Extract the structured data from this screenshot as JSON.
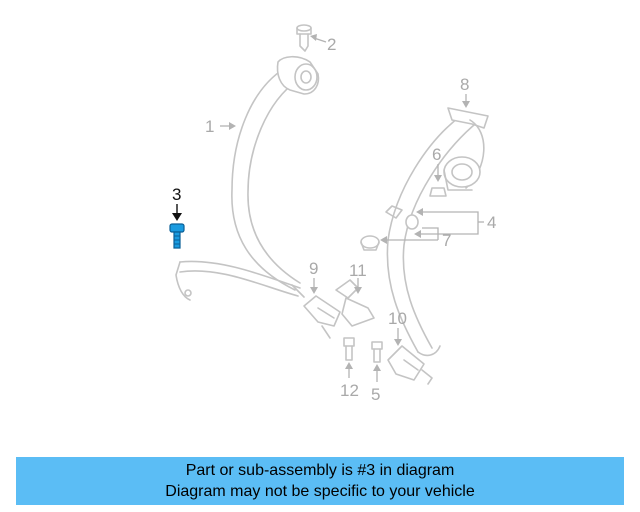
{
  "diagram": {
    "callouts": {
      "c1": "1",
      "c2": "2",
      "c3": "3",
      "c4": "4",
      "c5": "5",
      "c6": "6",
      "c7": "7",
      "c8": "8",
      "c9": "9",
      "c10": "10",
      "c11": "11",
      "c12": "12"
    },
    "highlighted_callout": "3",
    "highlight_color": "#1a9be0"
  },
  "banner": {
    "line1": "Part or sub-assembly is #3 in diagram",
    "line2": "Diagram may not be specific to your vehicle",
    "background": "#5bbdf5"
  }
}
